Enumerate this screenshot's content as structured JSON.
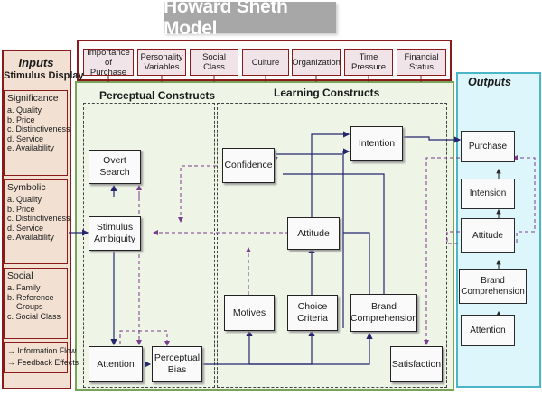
{
  "title": "Howard Sheth Model",
  "inputs": {
    "heading": "Inputs",
    "subheading": "Stimulus Display",
    "groups": [
      {
        "name": "Significance",
        "items": [
          "a. Quality",
          "b. Price",
          "c. Distinctiveness",
          "d. Service",
          "e. Availability"
        ]
      },
      {
        "name": "Symbolic",
        "items": [
          "a. Quality",
          "b. Price",
          "c. Distinctiveness",
          "d. Service",
          "e. Availability"
        ]
      },
      {
        "name": "Social",
        "items": [
          "a. Family",
          "b. Reference",
          "Groups",
          "c. Social Class"
        ]
      }
    ],
    "legend": [
      "→ Information Flow",
      "→ Feedback Effects"
    ]
  },
  "exogenous": [
    "Importance of Purchase",
    "Personality Variables",
    "Social Class",
    "Culture",
    "Organization",
    "Time Pressure",
    "Financial Status"
  ],
  "perceptual": {
    "title": "Perceptual Constructs",
    "nodes": {
      "overt_search": "Overt Search",
      "stimulus_ambiguity": "Stimulus Ambiguity",
      "attention": "Attention",
      "perceptual_bias": "Perceptual Bias"
    }
  },
  "learning": {
    "title": "Learning Constructs",
    "nodes": {
      "confidence": "Confidence",
      "intention": "Intention",
      "attitude": "Attitude",
      "motives": "Motives",
      "choice_criteria": "Choice Criteria",
      "brand_comprehension": "Brand Comprehension",
      "satisfaction": "Satisfaction"
    }
  },
  "outputs": {
    "heading": "Outputs",
    "items": [
      "Purchase",
      "Intension",
      "Attitude",
      "Brand Comprehension",
      "Attention"
    ]
  },
  "colors": {
    "info_flow": "#26266e",
    "feedback": "#7a3c8c",
    "input_border": "#8b1a1a",
    "output_border": "#4ab6c8",
    "main_border": "#7aa35a"
  }
}
